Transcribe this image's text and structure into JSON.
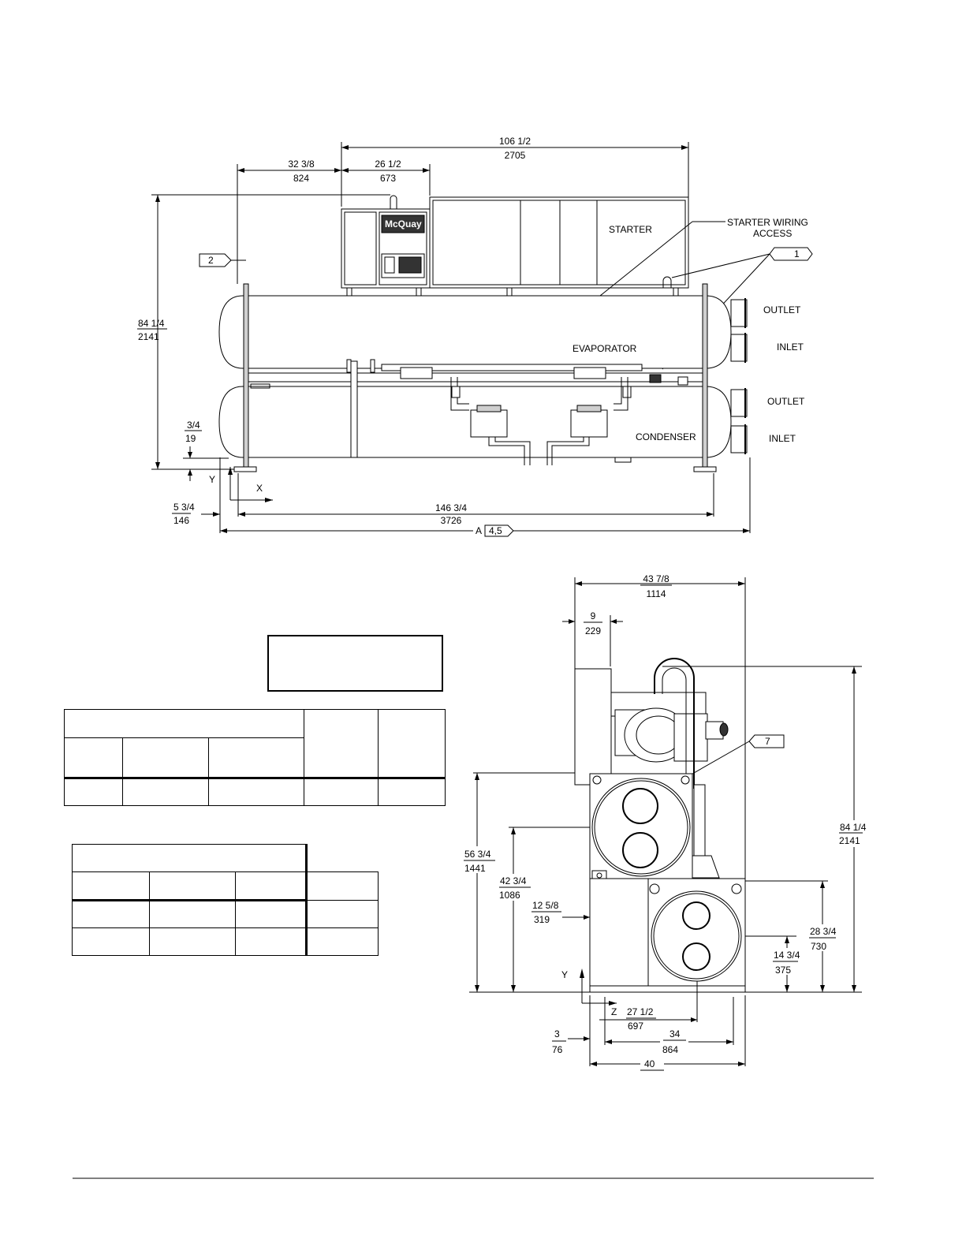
{
  "front_view": {
    "dims": {
      "overall_top": [
        "106 1/2",
        "2705"
      ],
      "panel_offset": [
        "32 3/8",
        "824"
      ],
      "control_width": [
        "26 1/2",
        "673"
      ],
      "height": [
        "84 1/4",
        "2141"
      ],
      "foot_height": [
        "3/4",
        "19"
      ],
      "left_offset": [
        "5 3/4",
        "146"
      ],
      "shell_length": [
        "146 3/4",
        "3726"
      ]
    },
    "labels": {
      "starter": "STARTER",
      "wiring_line1": "STARTER WIRING",
      "wiring_line2": "ACCESS",
      "evaporator": "EVAPORATOR",
      "condenser": "CONDENSER",
      "outlet_top": "OUTLET",
      "inlet_top": "INLET",
      "outlet_bottom": "OUTLET",
      "inlet_bottom": "INLET",
      "axis_y": "Y",
      "axis_x": "X",
      "dim_a": "A",
      "tag_2": "2",
      "tag_1": "1",
      "tag_45": "4,5",
      "logo": "McQuay"
    }
  },
  "side_view": {
    "dims": {
      "width_top": [
        "43 7/8",
        "1114"
      ],
      "offset_top": [
        "9",
        "229"
      ],
      "height_right": [
        "84 1/4",
        "2141"
      ],
      "height_left": [
        "56 3/4",
        "1441"
      ],
      "evap_center": [
        "42 3/4",
        "1086"
      ],
      "cond_offset": [
        "12 5/8",
        "319"
      ],
      "cond_height": [
        "28 3/4",
        "730"
      ],
      "cond_center": [
        "14 3/4",
        "375"
      ],
      "z_center": [
        "27 1/2",
        "697"
      ],
      "left_small": [
        "3",
        "76"
      ],
      "base_width": [
        "34",
        "864"
      ],
      "base_total": "40"
    },
    "labels": {
      "tag_7": "7",
      "axis_y": "Y",
      "axis_z": "Z"
    }
  }
}
